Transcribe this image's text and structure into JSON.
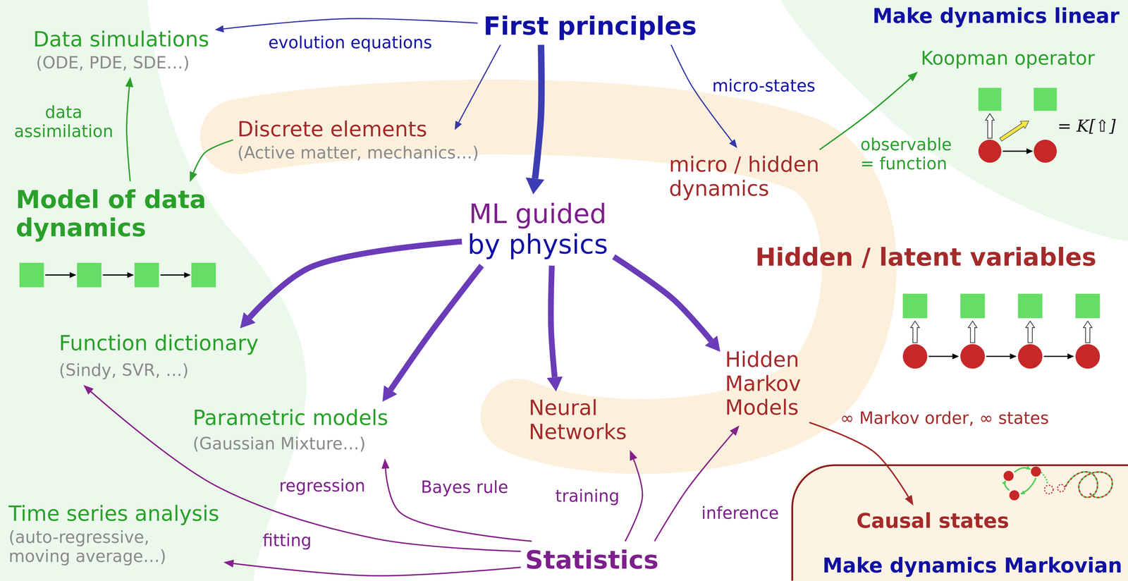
{
  "diagram": {
    "nodes": [
      {
        "text": [
          "First principles"
        ]
      },
      {
        "text": [
          "Data simulations",
          "(ODE, PDE, SDE…)"
        ]
      },
      {
        "text": [
          "Koopman operator"
        ]
      },
      {
        "text": [
          "Discrete elements",
          "(Active matter, mechanics…)"
        ]
      },
      {
        "text": [
          "micro / hidden dynamics"
        ]
      },
      {
        "text": [
          "Model of data dynamics"
        ]
      },
      {
        "text": [
          "ML guided",
          "by physics"
        ]
      },
      {
        "text": [
          "Function dictionary",
          "(Sindy, SVR, …)"
        ]
      },
      {
        "text": [
          "Parametric models",
          "(Gaussian Mixture…)"
        ]
      },
      {
        "text": [
          "Neural Networks"
        ]
      },
      {
        "text": [
          "Hidden Markov Models"
        ]
      },
      {
        "text": [
          "Time series analysis",
          "(auto-regressive, moving average…)"
        ]
      },
      {
        "text": [
          "Statistics"
        ]
      },
      {
        "text": [
          "Make dynamics Markovian"
        ]
      },
      {
        "text": [
          "Causal states"
        ],
        "in": 13
      }
    ],
    "edges": [
      {
        "from": 0,
        "to": 1,
        "label": "evolution equations",
        "arrow": "to"
      },
      {
        "from": 0,
        "to": 3,
        "arrow": "to"
      },
      {
        "from": 0,
        "to": 6,
        "arrow": "to"
      },
      {
        "from": 0,
        "to": 4,
        "label": "micro-states",
        "arrow": "to"
      },
      {
        "from": 4,
        "to": 2,
        "label": "observable = function",
        "arrow": "to"
      },
      {
        "from": 5,
        "to": 1,
        "label": "data assimilation",
        "arrow": "to"
      },
      {
        "from": 3,
        "to": 5,
        "arrow": "to"
      },
      {
        "from": 6,
        "to": 7,
        "arrow": "to"
      },
      {
        "from": 6,
        "to": 8,
        "arrow": "to"
      },
      {
        "from": 6,
        "to": 9,
        "arrow": "to"
      },
      {
        "from": 6,
        "to": 10,
        "arrow": "to"
      },
      {
        "from": 12,
        "to": 7,
        "label": "regression",
        "arrow": "to"
      },
      {
        "from": 12,
        "to": 8,
        "label": "Bayes rule",
        "arrow": "to"
      },
      {
        "from": 12,
        "to": 9,
        "label": "training",
        "arrow": "to"
      },
      {
        "from": 12,
        "to": 10,
        "label": "inference",
        "arrow": "to"
      },
      {
        "from": 12,
        "to": 11,
        "label": "fitting",
        "arrow": "to"
      },
      {
        "from": 10,
        "to": 14,
        "label": "∞ Markov order, ∞ states",
        "arrow": "to"
      }
    ],
    "labels": [
      "Make dynamics linear",
      "Hidden / latent variables",
      "= K[⇧]"
    ]
  }
}
